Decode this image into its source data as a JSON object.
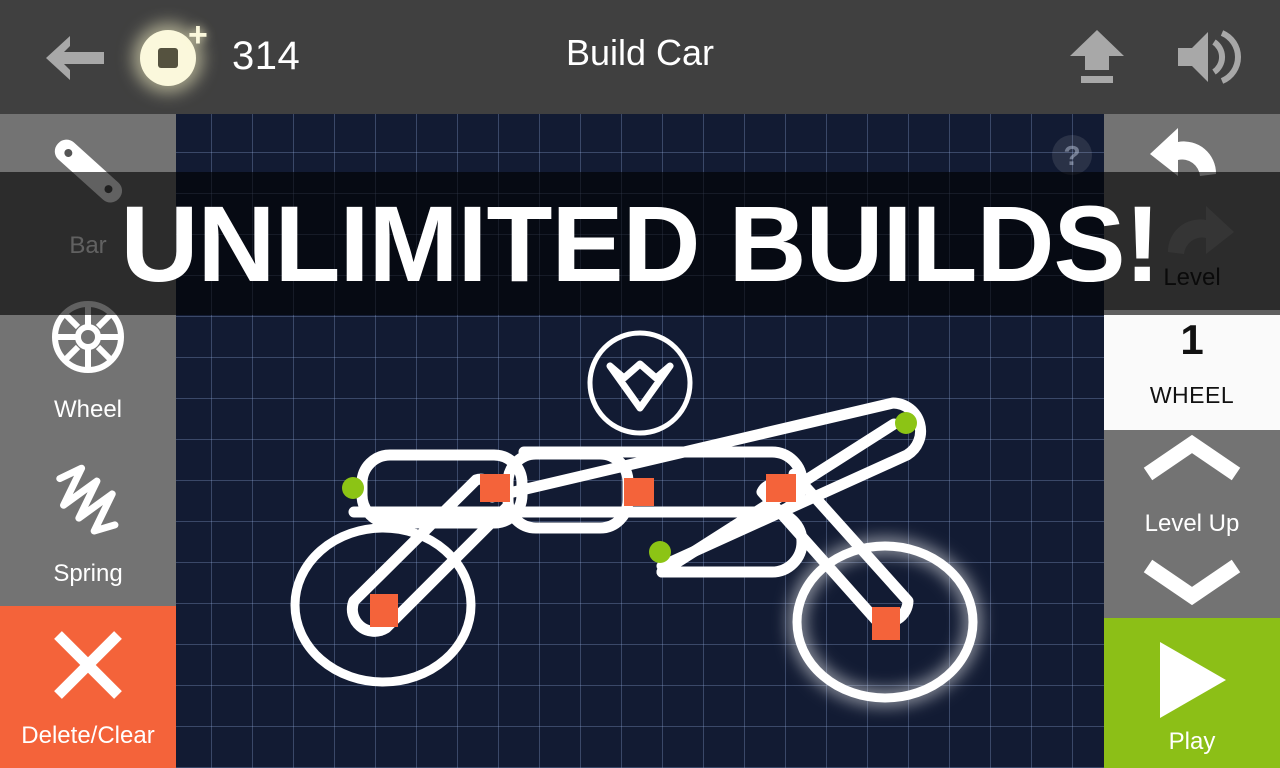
{
  "header": {
    "back_icon": "back-arrow-icon",
    "coin_icon": "coin-icon",
    "coin_plus": "+",
    "coin_count": "314",
    "title": "Build Car",
    "upload_icon": "upload-icon",
    "sound_icon": "sound-on-icon"
  },
  "left_sidebar": {
    "tools": [
      {
        "label": "Bar",
        "icon": "bar-icon"
      },
      {
        "label": "Wheel",
        "icon": "wheel-icon"
      },
      {
        "label": "Spring",
        "icon": "spring-icon"
      },
      {
        "label": "Delete/Clear",
        "icon": "close-x-icon"
      }
    ]
  },
  "canvas": {
    "help_icon": "question-mark-icon",
    "heart_icon": "heart-goal-icon",
    "grid_color": "#96afe1",
    "background_color": "#121b33",
    "part_colors": {
      "bar": "#ffffff",
      "joint_orange": "#f4633a",
      "joint_green": "#8cc415",
      "wheel": "#ffffff"
    }
  },
  "right_sidebar": {
    "undo_icon": "undo-arrow-icon",
    "redo_icon": "redo-arrow-icon",
    "level_label": "Level",
    "level_number": "1",
    "level_type": "WHEEL",
    "level_up_icon": "chevron-up-icon",
    "level_up_label": "Level Up",
    "level_down_icon": "chevron-down-icon",
    "play_icon": "play-triangle-icon",
    "play_label": "Play",
    "play_color": "#8cbf17"
  },
  "promo": {
    "text": "UNLIMITED BUILDS!",
    "overlay_color": "rgba(0,0,0,0.62)"
  }
}
